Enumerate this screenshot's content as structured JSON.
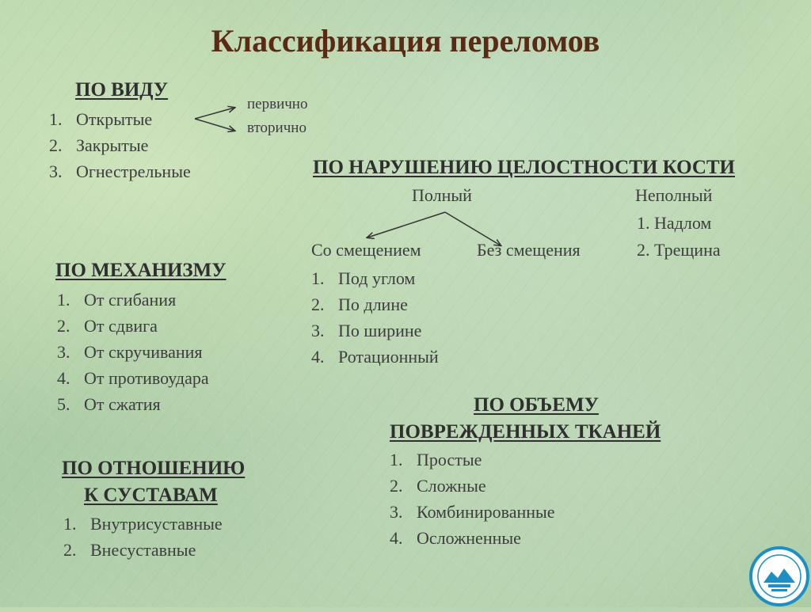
{
  "title": "Классификация переломов",
  "by_type": {
    "heading": "ПО ВИДУ",
    "items": [
      "Открытые",
      "Закрытые",
      "Огнестрельные"
    ],
    "open_options": [
      "первично",
      "вторично"
    ]
  },
  "by_integrity": {
    "heading": "ПО НАРУШЕНИЮ ЦЕЛОСТНОСТИ КОСТИ",
    "complete": "Полный",
    "incomplete": "Неполный",
    "incomplete_items": [
      "1. Надлом",
      "2. Трещина"
    ],
    "with_displacement": "Со смещением",
    "without_displacement": "Без смещения",
    "displacement_items": [
      "Под углом",
      "По длине",
      "По ширине",
      "Ротационный"
    ]
  },
  "by_mechanism": {
    "heading": "ПО МЕХАНИЗМУ",
    "items": [
      "От сгибания",
      "От сдвига",
      "От скручивания",
      "От противоудара",
      "От сжатия"
    ]
  },
  "by_tissue_volume": {
    "heading_line1": "ПО ОБЪЕМУ",
    "heading_line2": "ПОВРЕЖДЕННЫХ ТКАНЕЙ",
    "items": [
      "Простые",
      "Сложные",
      "Комбинированные",
      "Осложненные"
    ]
  },
  "by_joint": {
    "heading_line1": "ПО ОТНОШЕНИЮ",
    "heading_line2": "К СУСТАВАМ",
    "items": [
      "Внутрисуставные",
      "Внесуставные"
    ]
  },
  "numbers": [
    "1.",
    "2.",
    "3.",
    "4.",
    "5."
  ],
  "colors": {
    "title": "#5a2a14",
    "text": "#3d3d3d",
    "logo": "#1e8fc4"
  },
  "logo_icon": "university-seal-icon"
}
